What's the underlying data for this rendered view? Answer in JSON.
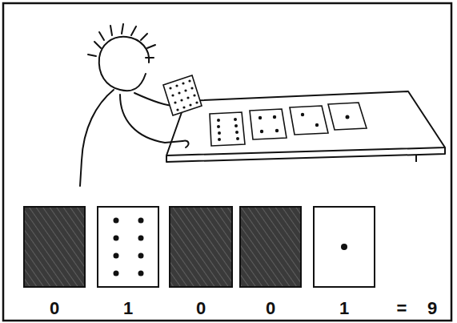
{
  "diagram": {
    "labels": [
      "0",
      "1",
      "0",
      "0",
      "1",
      "=",
      "9"
    ]
  }
}
